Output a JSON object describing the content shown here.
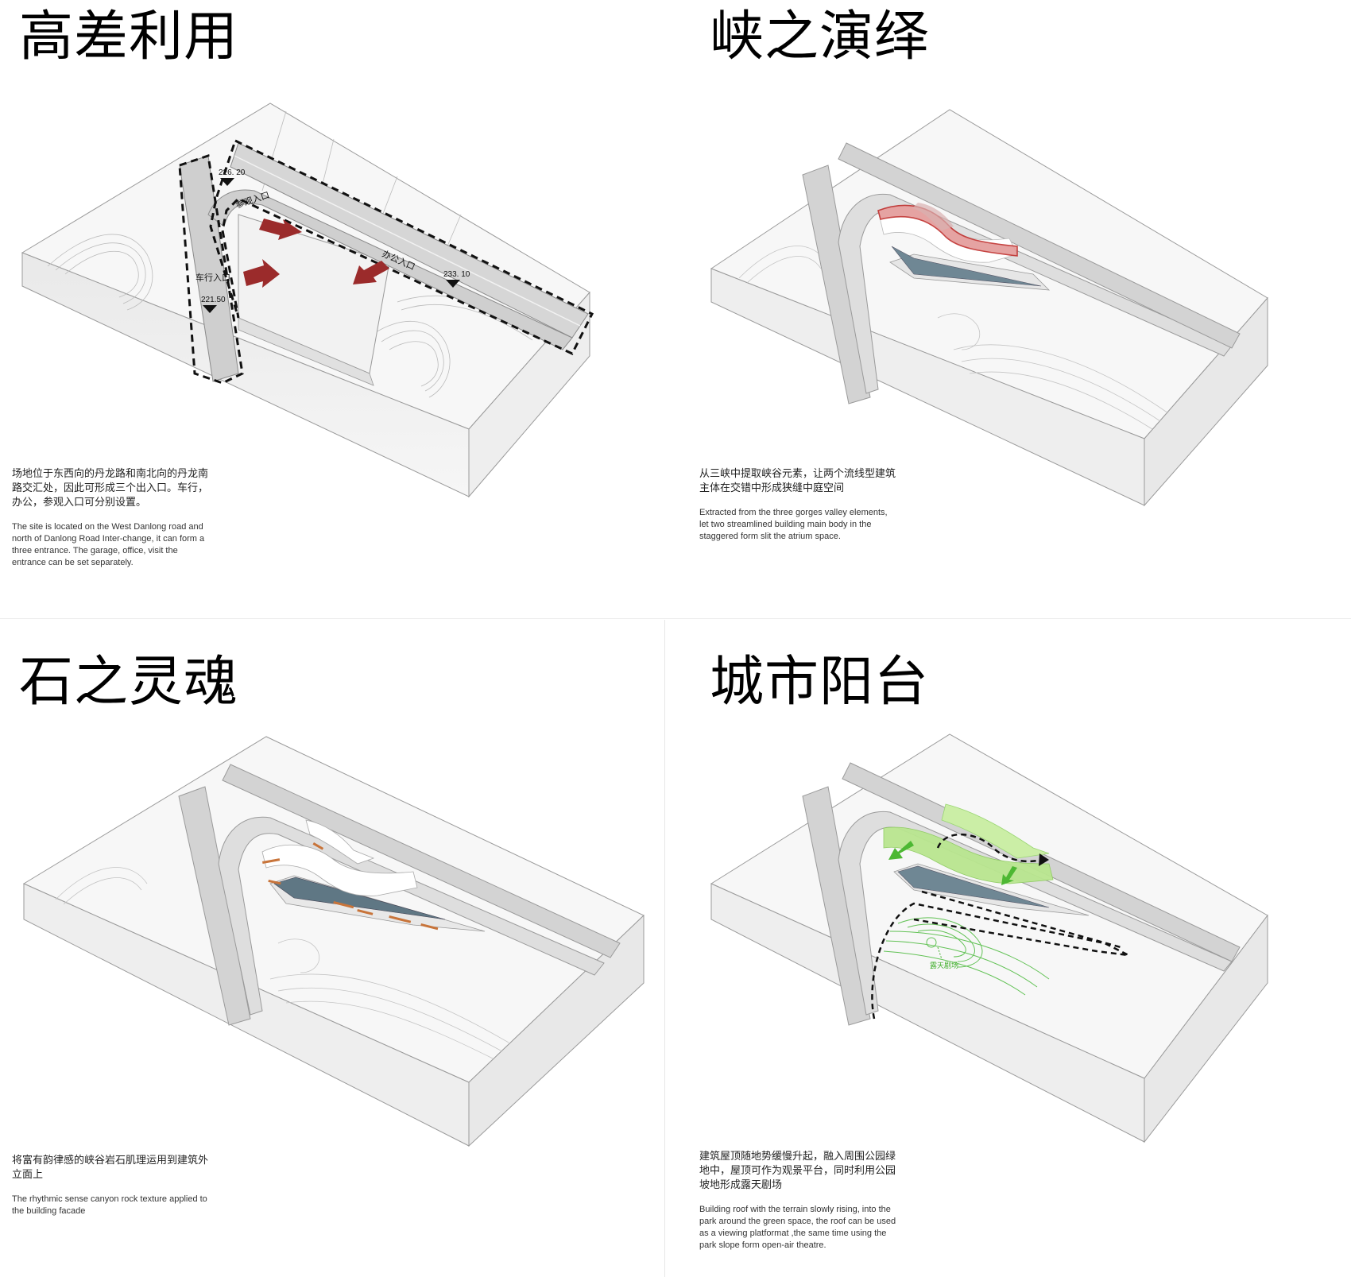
{
  "panels": [
    {
      "title": "高差利用",
      "desc_cn": "场地位于东西向的丹龙路和南北向的丹龙南路交汇处，因此可形成三个出入口。车行，办公，参观入口可分别设置。",
      "desc_en": "The site is located on the West Danlong road and north of Danlong Road Inter-change, it can form a three entrance. The garage, office, visit the entrance can be set separately.",
      "labels": {
        "elev_a": "226. 20",
        "elev_b": "221.50",
        "elev_c": "233. 10",
        "entry_visit": "参观入口",
        "entry_office": "办公入口",
        "entry_car": "车行入口"
      }
    },
    {
      "title": "峡之演绎",
      "desc_cn": "从三峡中提取峡谷元素，让两个流线型建筑主体在交错中形成狭缝中庭空间",
      "desc_en": "Extracted from the three gorges valley elements, let two streamlined building main body in the staggered form slit the atrium space."
    },
    {
      "title": "石之灵魂",
      "desc_cn": "将富有韵律感的峡谷岩石肌理运用到建筑外立面上",
      "desc_en": "The rhythmic sense canyon rock texture applied to the building facade"
    },
    {
      "title": "城市阳台",
      "desc_cn": "建筑屋顶随地势缓慢升起，融入周围公园绿地中，屋顶可作为观景平台，同时利用公园坡地形成露天剧场",
      "desc_en": "Building roof with the terrain slowly rising, into the park around the green space, the roof can be used as a viewing platformat ,the same time using the park slope form open-air theatre.",
      "labels": {
        "theatre": "露天剧场"
      }
    }
  ],
  "colors": {
    "arrow_red": "#9b2b2b",
    "facade_red": "#c0302e",
    "accent_orange": "#c8743a",
    "roof_green": "#b9e68f",
    "arrow_green": "#4db833",
    "road_gray": "#cfcfcf"
  }
}
